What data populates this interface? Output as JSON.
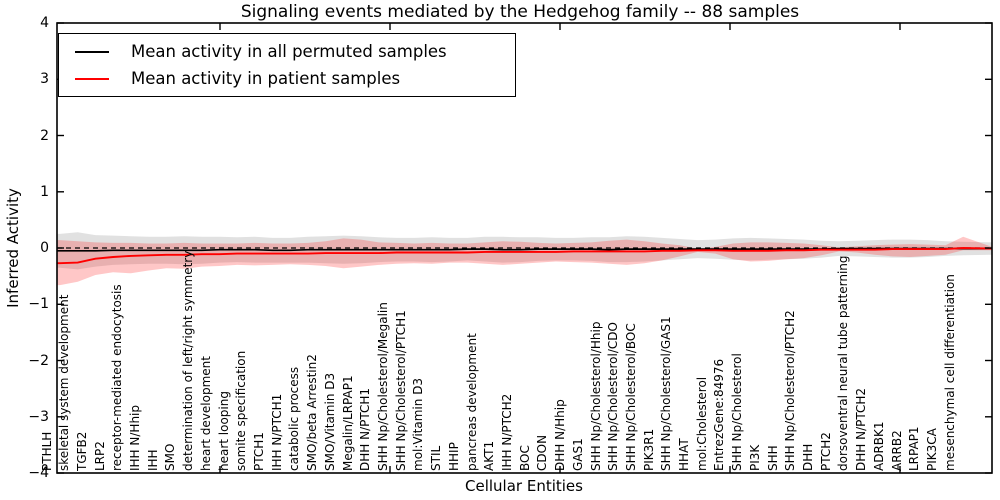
{
  "title": "Signaling events mediated by the Hedgehog family -- 88 samples",
  "legend": {
    "items": [
      {
        "label": "Mean activity in all permuted samples",
        "color": "#000000"
      },
      {
        "label": "Mean activity in patient samples",
        "color": "#ff0000"
      }
    ]
  },
  "axes": {
    "ylabel": "Inferred Activity",
    "xlabel": "Cellular Entities",
    "ylim": [
      -4,
      4
    ],
    "yticks": [
      {
        "v": 4,
        "label": "4"
      },
      {
        "v": 3,
        "label": "3"
      },
      {
        "v": 2,
        "label": "2"
      },
      {
        "v": 1,
        "label": "1"
      },
      {
        "v": 0,
        "label": "0"
      },
      {
        "v": -1,
        "label": "−1"
      },
      {
        "v": -2,
        "label": "−2"
      },
      {
        "v": -3,
        "label": "−3"
      },
      {
        "v": -4,
        "label": "−4"
      }
    ]
  },
  "chart_data": {
    "type": "line",
    "title": "Signaling events mediated by the Hedgehog family -- 88 samples",
    "xlabel": "Cellular Entities",
    "ylabel": "Inferred Activity",
    "ylim": [
      -4,
      4
    ],
    "grid": false,
    "legend_position": "upper left",
    "zero_line": "black dashed line at y=0",
    "bands_note": "each series drawn as mean line with translucent +/- band",
    "categories": [
      "PTHLH",
      "skeletal system development",
      "TGFB2",
      "LRP2",
      "receptor-mediated endocytosis",
      "IHH N/Hhip",
      "IHH",
      "SMO",
      "determination of left/right symmetry",
      "heart development",
      "heart looping",
      "somite specification",
      "PTCH1",
      "IHH N/PTCH1",
      "catabolic process",
      "SMO/beta Arrestin2",
      "SMO/Vitamin D3",
      "Megalin/LRPAP1",
      "DHH N/PTCH1",
      "SHH Np/Cholesterol/Megalin",
      "SHH Np/Cholesterol/PTCH1",
      "mol:Vitamin D3",
      "STIL",
      "HHIP",
      "pancreas development",
      "AKT1",
      "IHH N/PTCH2",
      "BOC",
      "CDON",
      "DHH N/Hhip",
      "GAS1",
      "SHH Np/Cholesterol/Hhip",
      "SHH Np/Cholesterol/CDO",
      "SHH Np/Cholesterol/BOC",
      "PIK3R1",
      "SHH Np/Cholesterol/GAS1",
      "HHAT",
      "mol:Cholesterol",
      "EntrezGene:84976",
      "SHH Np/Cholesterol",
      "PI3K",
      "SHH",
      "SHH Np/Cholesterol/PTCH2",
      "DHH",
      "PTCH2",
      "dorsoventral neural tube patterning",
      "DHH N/PTCH2",
      "ADRBK1",
      "ARRB2",
      "LRPAP1",
      "PIK3CA",
      "mesenchymal cell differentiation"
    ],
    "series": [
      {
        "name": "Mean activity in all permuted samples",
        "color": "#000000",
        "band_color": "#777777",
        "band_opacity": 0.22,
        "values": [
          -0.05,
          -0.05,
          -0.05,
          -0.04,
          -0.04,
          -0.04,
          -0.04,
          -0.04,
          -0.04,
          -0.03,
          -0.03,
          -0.03,
          -0.04,
          -0.04,
          -0.03,
          -0.03,
          -0.03,
          -0.03,
          -0.03,
          -0.03,
          -0.03,
          -0.03,
          -0.03,
          -0.02,
          -0.02,
          -0.03,
          -0.03,
          -0.02,
          -0.02,
          -0.02,
          -0.02,
          -0.03,
          -0.02,
          -0.02,
          -0.02,
          -0.02,
          -0.02,
          -0.02,
          -0.02,
          -0.02,
          -0.02,
          -0.02,
          -0.02,
          -0.02,
          -0.01,
          -0.01,
          -0.01,
          -0.01,
          -0.01,
          -0.01,
          -0.01,
          -0.01
        ],
        "band_upper": [
          0.25,
          0.28,
          0.23,
          0.22,
          0.21,
          0.2,
          0.2,
          0.21,
          0.2,
          0.2,
          0.19,
          0.2,
          0.18,
          0.18,
          0.2,
          0.21,
          0.22,
          0.21,
          0.19,
          0.18,
          0.18,
          0.19,
          0.18,
          0.18,
          0.2,
          0.2,
          0.19,
          0.19,
          0.18,
          0.18,
          0.19,
          0.19,
          0.21,
          0.2,
          0.18,
          0.16,
          0.14,
          0.15,
          0.17,
          0.18,
          0.17,
          0.16,
          0.15,
          0.13,
          0.12,
          0.13,
          0.14,
          0.15,
          0.15,
          0.14,
          0.12,
          0.11
        ],
        "band_lower": [
          -0.35,
          -0.38,
          -0.33,
          -0.3,
          -0.29,
          -0.28,
          -0.28,
          -0.29,
          -0.28,
          -0.26,
          -0.25,
          -0.26,
          -0.26,
          -0.26,
          -0.26,
          -0.27,
          -0.28,
          -0.27,
          -0.25,
          -0.24,
          -0.24,
          -0.25,
          -0.24,
          -0.22,
          -0.24,
          -0.26,
          -0.25,
          -0.23,
          -0.22,
          -0.22,
          -0.23,
          -0.25,
          -0.25,
          -0.24,
          -0.22,
          -0.2,
          -0.18,
          -0.19,
          -0.21,
          -0.22,
          -0.21,
          -0.2,
          -0.19,
          -0.17,
          -0.14,
          -0.15,
          -0.16,
          -0.17,
          -0.17,
          -0.16,
          -0.14,
          -0.13
        ],
        "right_edge_value": -0.01,
        "right_edge_upper": 0.1,
        "right_edge_lower": -0.12
      },
      {
        "name": "Mean activity in patient samples",
        "color": "#ff0000",
        "band_color": "#ff2020",
        "band_opacity": 0.25,
        "values": [
          -0.27,
          -0.26,
          -0.19,
          -0.16,
          -0.14,
          -0.13,
          -0.12,
          -0.12,
          -0.11,
          -0.11,
          -0.1,
          -0.1,
          -0.1,
          -0.1,
          -0.1,
          -0.09,
          -0.09,
          -0.09,
          -0.09,
          -0.08,
          -0.08,
          -0.08,
          -0.08,
          -0.08,
          -0.07,
          -0.07,
          -0.07,
          -0.07,
          -0.07,
          -0.06,
          -0.06,
          -0.06,
          -0.06,
          -0.06,
          -0.05,
          -0.05,
          -0.04,
          -0.04,
          -0.05,
          -0.05,
          -0.05,
          -0.04,
          -0.04,
          -0.03,
          -0.03,
          -0.03,
          -0.03,
          -0.02,
          -0.02,
          -0.02,
          -0.02,
          0.0
        ],
        "band_upper": [
          0.14,
          0.12,
          0.1,
          0.09,
          0.09,
          0.08,
          0.08,
          0.09,
          0.08,
          0.08,
          0.08,
          0.09,
          0.08,
          0.08,
          0.09,
          0.12,
          0.17,
          0.15,
          0.1,
          0.09,
          0.08,
          0.09,
          0.08,
          0.08,
          0.1,
          0.12,
          0.11,
          0.09,
          0.08,
          0.09,
          0.1,
          0.13,
          0.15,
          0.12,
          0.08,
          0.05,
          -0.01,
          0.02,
          0.08,
          0.1,
          0.1,
          0.09,
          0.08,
          0.05,
          0.01,
          0.03,
          0.05,
          0.06,
          0.07,
          0.06,
          0.05,
          0.2
        ],
        "band_lower": [
          -0.66,
          -0.6,
          -0.48,
          -0.43,
          -0.45,
          -0.4,
          -0.36,
          -0.37,
          -0.33,
          -0.32,
          -0.3,
          -0.31,
          -0.3,
          -0.29,
          -0.3,
          -0.32,
          -0.36,
          -0.33,
          -0.3,
          -0.28,
          -0.27,
          -0.28,
          -0.26,
          -0.26,
          -0.28,
          -0.3,
          -0.28,
          -0.26,
          -0.24,
          -0.25,
          -0.26,
          -0.28,
          -0.3,
          -0.27,
          -0.22,
          -0.15,
          -0.07,
          -0.1,
          -0.2,
          -0.24,
          -0.23,
          -0.2,
          -0.18,
          -0.13,
          -0.06,
          -0.08,
          -0.12,
          -0.15,
          -0.16,
          -0.14,
          -0.12,
          -0.04
        ],
        "right_edge_value": -0.01,
        "right_edge_upper": 0.02,
        "right_edge_lower": -0.04
      }
    ]
  }
}
